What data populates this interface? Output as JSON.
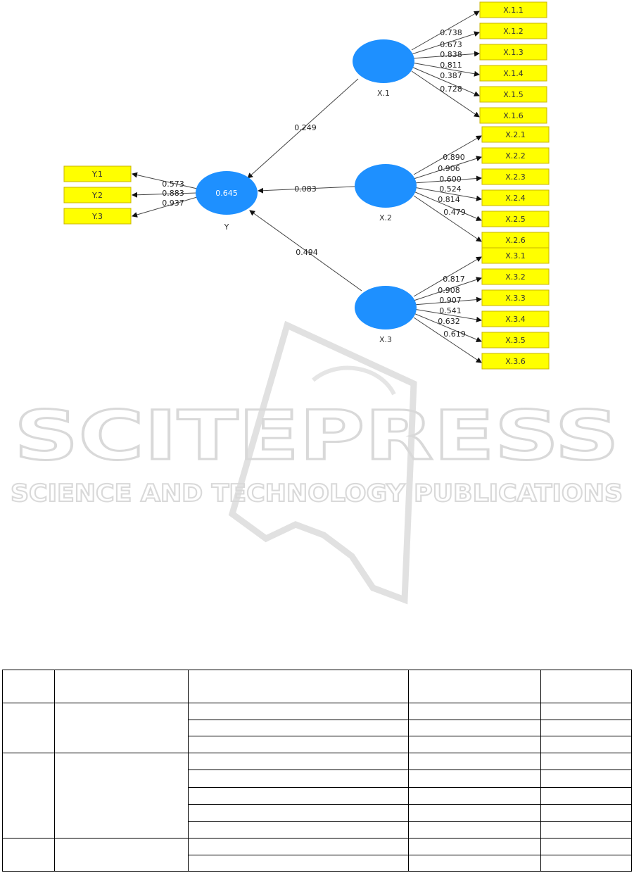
{
  "latent": [
    {
      "id": "Y",
      "label": "Y",
      "inner": "0.645"
    },
    {
      "id": "X1",
      "label": "X.1",
      "inner": ""
    },
    {
      "id": "X2",
      "label": "X.2",
      "inner": ""
    },
    {
      "id": "X3",
      "label": "X.3",
      "inner": ""
    }
  ],
  "indicators": {
    "Y": [
      "Y.1",
      "Y.2",
      "Y.3"
    ],
    "X1": [
      "X.1.1",
      "X.1.2",
      "X.1.3",
      "X.1.4",
      "X.1.5",
      "X.1.6"
    ],
    "X2": [
      "X.2.1",
      "X.2.2",
      "X.2.3",
      "X.2.4",
      "X.2.5",
      "X.2.6"
    ],
    "X3": [
      "X.3.1",
      "X.3.2",
      "X.3.3",
      "X.3.4",
      "X.3.5",
      "X.3.6"
    ]
  },
  "loadings": {
    "Y": [
      "0.573",
      "0.883",
      "0.937"
    ],
    "X1": [
      "0.738",
      "0.673",
      "0.838",
      "0.811",
      "0.387",
      "0.728"
    ],
    "X2": [
      "0.890",
      "0.906",
      "0.600",
      "0.524",
      "0.814",
      "0.479"
    ],
    "X3": [
      "0.817",
      "0.908",
      "0.907",
      "0.541",
      "0.632",
      "0.619"
    ]
  },
  "paths": [
    {
      "from": "X1",
      "to": "Y",
      "value": "0.249"
    },
    {
      "from": "X2",
      "to": "Y",
      "value": "0.083"
    },
    {
      "from": "X3",
      "to": "Y",
      "value": "0.494"
    }
  ],
  "watermark": {
    "main": "SCITEPRESS",
    "sub": "SCIENCE AND TECHNOLOGY PUBLICATIONS"
  },
  "colors": {
    "indicator": "#ffff00",
    "latent": "#1e90ff"
  }
}
